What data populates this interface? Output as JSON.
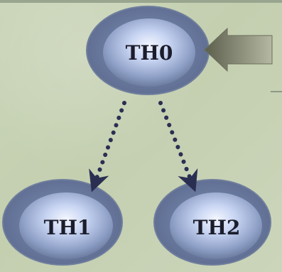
{
  "diagram": {
    "cells": {
      "th0": {
        "label": "TH0"
      },
      "th1": {
        "label": "TH1"
      },
      "th2": {
        "label": "TH2"
      }
    },
    "colors": {
      "background": "#c8d3b6",
      "cell_fill": "#8c9ec4",
      "cell_outline": "#6f7e9d",
      "arrow": "#2a2f52",
      "input_arrow": "#7a7f6c"
    }
  }
}
